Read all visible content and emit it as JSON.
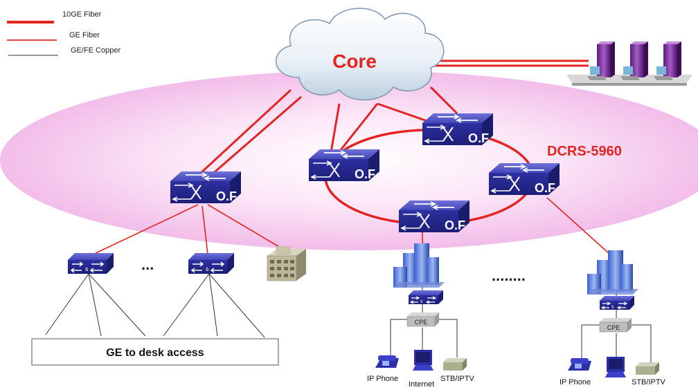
{
  "legend": {
    "items": [
      {
        "label": "10GE Fiber"
      },
      {
        "label": "GE Fiber"
      },
      {
        "label": "GE/FE Copper"
      }
    ]
  },
  "core": {
    "label": "Core"
  },
  "ring": {
    "label": "DCRS-5960"
  },
  "switch_label": "O.F",
  "access_switch_label": "s",
  "ellipsis_short": "...",
  "ellipsis_long": "........",
  "desk_access": {
    "label": "GE to desk access"
  },
  "cpe_label": "CPE",
  "endpoints": {
    "group_a": {
      "ip_phone": "IP Phone",
      "internet": "Internet",
      "stb": "STB/IPTV"
    },
    "group_b": {
      "ip_phone": "IP Phone",
      "stb": "STB/IPTV"
    }
  },
  "colors": {
    "fiber": "#e52320",
    "copper": "#333333",
    "switch_blue": "#2d2f95",
    "ring_label": "#e52320",
    "core_label": "#e52320",
    "zone_pink": "#f5c6ee"
  }
}
